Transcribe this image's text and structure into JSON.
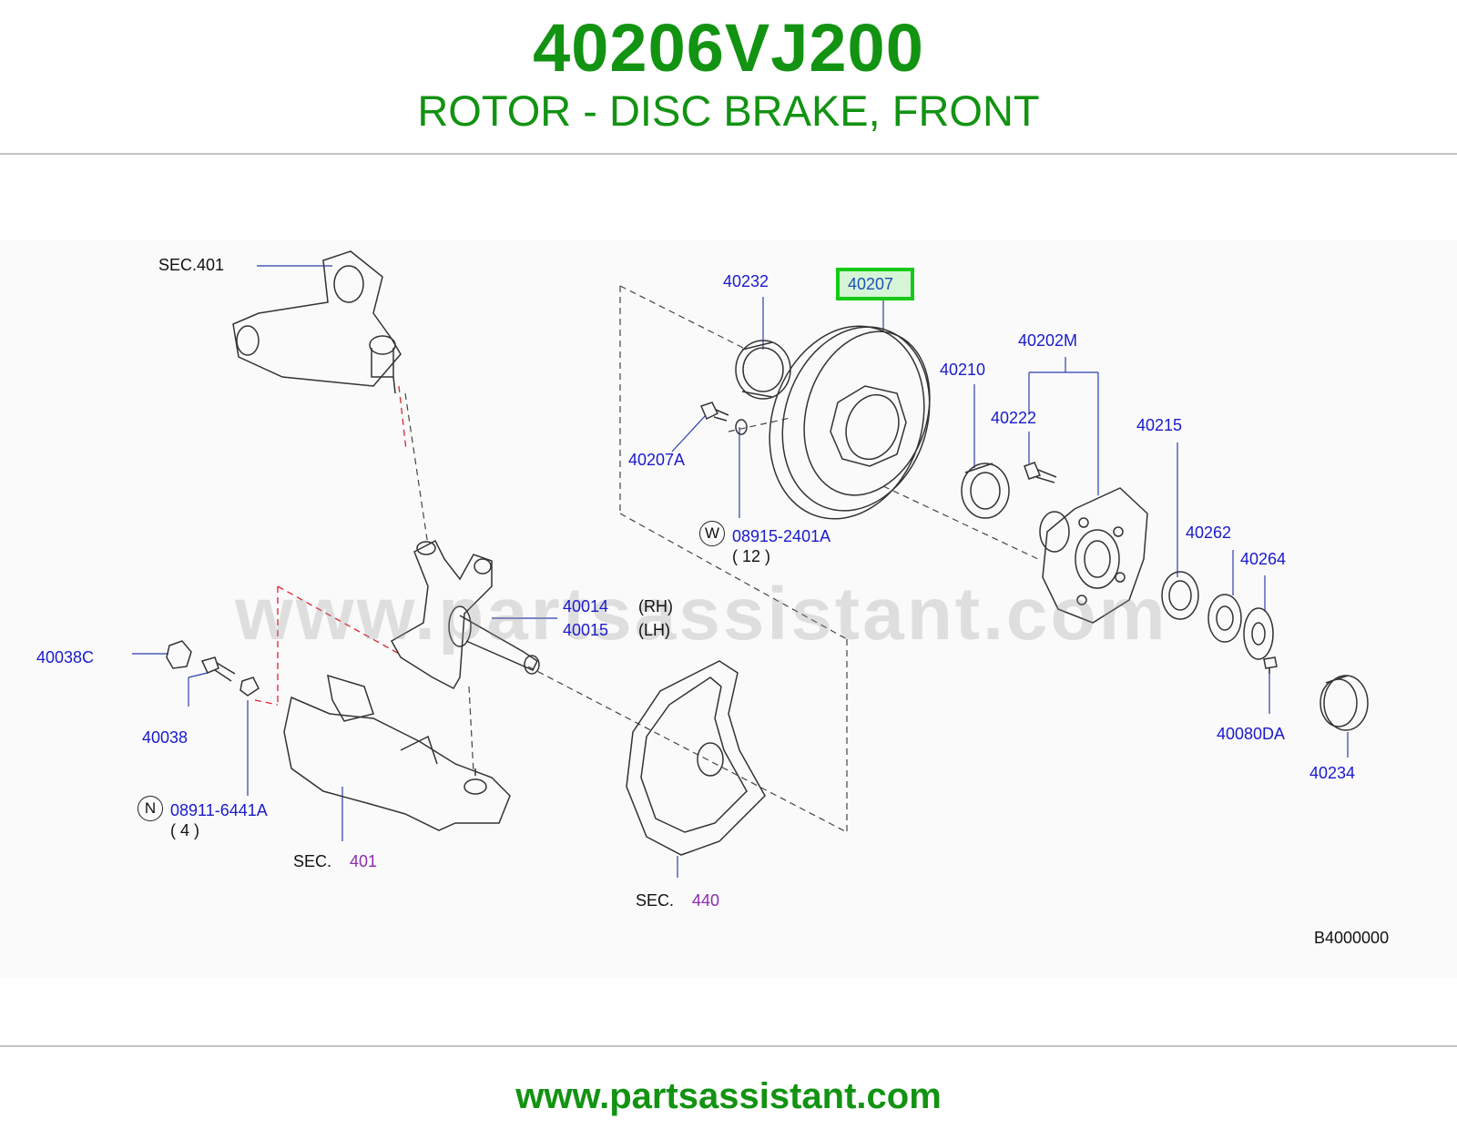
{
  "header": {
    "part_number": "40206VJ200",
    "description": "ROTOR - DISC BRAKE, FRONT"
  },
  "watermark": "www.partsassistant.com",
  "footer": {
    "url": "www.partsassistant.com"
  },
  "colors": {
    "title_green": "#129312",
    "part_label_blue": "#1a1acc",
    "section_purple": "#8a2bb0",
    "highlight_green": "#17c917"
  },
  "labels": {
    "sec401_top": "SEC.401",
    "p40232": "40232",
    "p40207": "40207",
    "p40202m": "40202M",
    "p40210": "40210",
    "p40222": "40222",
    "p40215": "40215",
    "p40207a": "40207A",
    "p08915": "08915-2401A",
    "p08915_qty": "( 12 )",
    "p08915_prefix": "W",
    "p40262": "40262",
    "p40264": "40264",
    "p40014": "40014",
    "p40014_side": "(RH)",
    "p40015": "40015",
    "p40015_side": "(LH)",
    "p40038c": "40038C",
    "p40038": "40038",
    "p08911": "08911-6441A",
    "p08911_qty": "( 4 )",
    "p08911_prefix": "N",
    "sec401_bottom_prefix": "SEC.",
    "sec401_bottom_num": "401",
    "sec440_prefix": "SEC.",
    "sec440_num": "440",
    "p40080da": "40080DA",
    "p40234": "40234",
    "diagram_code": "B4000000"
  }
}
